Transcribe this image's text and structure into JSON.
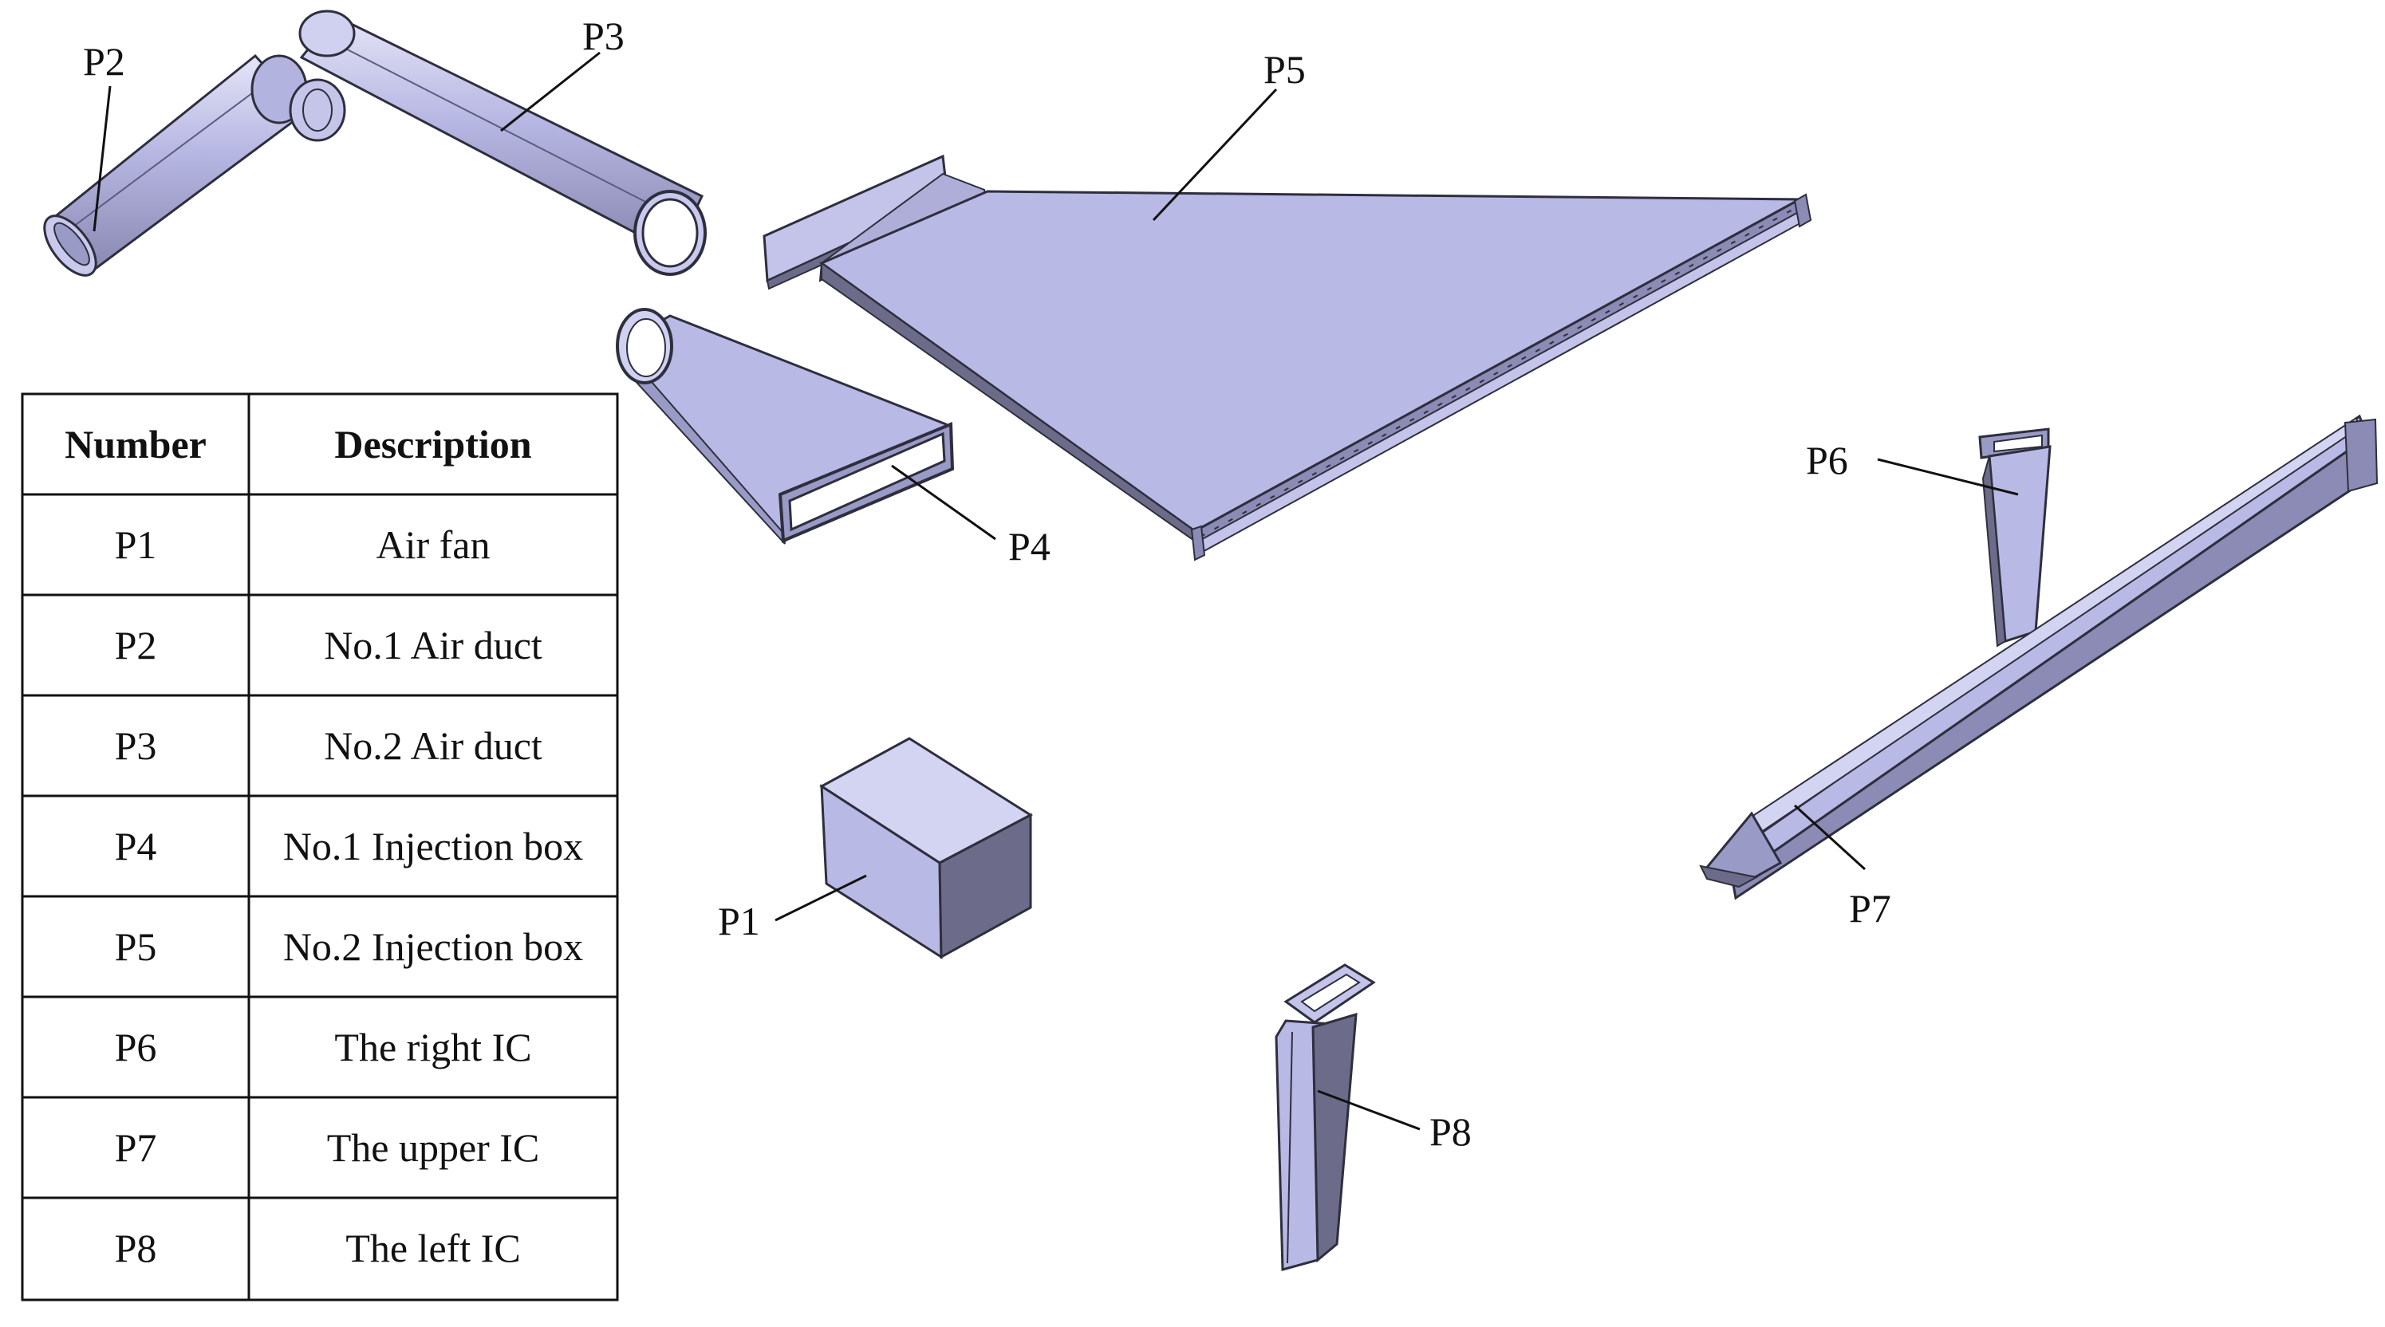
{
  "table": {
    "header": {
      "number": "Number",
      "description": "Description"
    },
    "rows": [
      {
        "number": "P1",
        "description": "Air fan"
      },
      {
        "number": "P2",
        "description": "No.1 Air duct"
      },
      {
        "number": "P3",
        "description": "No.2 Air duct"
      },
      {
        "number": "P4",
        "description": "No.1 Injection box"
      },
      {
        "number": "P5",
        "description": "No.2 Injection box"
      },
      {
        "number": "P6",
        "description": "The right IC"
      },
      {
        "number": "P7",
        "description": "The upper IC"
      },
      {
        "number": "P8",
        "description": "The left IC"
      }
    ]
  },
  "callouts": {
    "p1": "P1",
    "p2": "P2",
    "p3": "P3",
    "p4": "P4",
    "p5": "P5",
    "p6": "P6",
    "p7": "P7",
    "p8": "P8"
  },
  "colors": {
    "part_fill": "#b9b9e6",
    "part_light": "#d3d3f2",
    "part_dark": "#6c6c8a",
    "part_edge": "#2e2e3e"
  }
}
